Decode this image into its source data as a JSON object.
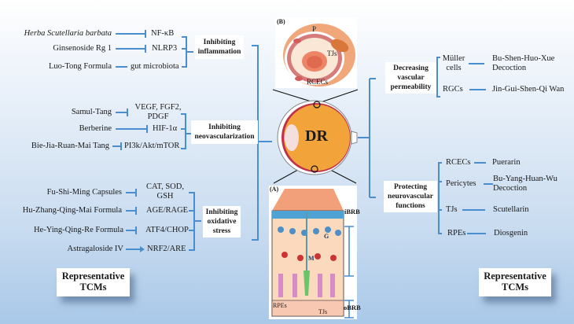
{
  "center": {
    "label": "DR"
  },
  "panel_b": {
    "tag": "(B)",
    "labels": {
      "p": "P",
      "tjs": "TJs",
      "rcecs": "RCECs"
    }
  },
  "panel_a": {
    "tag": "(A)",
    "labels": {
      "g": "G",
      "m": "M",
      "rpes": "RPEs",
      "tjs": "TJs",
      "ibrb": "iBRB",
      "obrb": "oBRB"
    }
  },
  "left": {
    "groups": [
      {
        "title_line1": "Inhibiting",
        "title_line2": "inflammation",
        "items": [
          {
            "tcm": "Herba Scutellaria barbata",
            "italic": true,
            "target": "NF-κB",
            "relation": "inhibit"
          },
          {
            "tcm": "Ginsenoside Rg 1",
            "target": "NLRP3",
            "relation": "inhibit"
          },
          {
            "tcm": "Luo-Tong Formula",
            "target": "gut microbiota",
            "relation": "line"
          }
        ]
      },
      {
        "title_line1": "Inhibiting",
        "title_line2": "neovascularization",
        "items": [
          {
            "tcm": "Samul-Tang",
            "target_line1": "VEGF, FGF2,",
            "target_line2": "PDGF",
            "relation": "inhibit"
          },
          {
            "tcm": "Berberine",
            "target": "HIF-1α",
            "relation": "inhibit"
          },
          {
            "tcm": "Bie-Jia-Ruan-Mai Tang",
            "target": "PI3k/Akt/mTOR",
            "relation": "inhibit"
          }
        ]
      },
      {
        "title_line1": "Inhibiting",
        "title_line2": "oxidative",
        "title_line3": "stress",
        "items": [
          {
            "tcm": "Fu-Shi-Ming Capsules",
            "target_line1": "CAT, SOD,",
            "target_line2": "GSH",
            "relation": "inhibit"
          },
          {
            "tcm": "Hu-Zhang-Qing-Mai Formula",
            "target": "AGE/RAGE",
            "relation": "inhibit"
          },
          {
            "tcm": "He-Ying-Qing-Re Formula",
            "target": "ATF4/CHOP",
            "relation": "inhibit"
          },
          {
            "tcm": "Astragaloside IV",
            "target": "NRF2/ARE",
            "relation": "activate"
          }
        ]
      }
    ],
    "representative_line1": "Representative",
    "representative_line2": "TCMs"
  },
  "right": {
    "groups": [
      {
        "title_line1": "Decreasing",
        "title_line2": "vascular",
        "title_line3": "permeability",
        "items": [
          {
            "cell_line1": "Müller",
            "cell_line2": "cells",
            "tcm_line1": "Bu-Shen-Huo-Xue",
            "tcm_line2": "Decoction"
          },
          {
            "cell": "RGCs",
            "tcm": "Jin-Gui-Shen-Qi Wan"
          }
        ]
      },
      {
        "title_line1": "Protecting",
        "title_line2": "neurovascular",
        "title_line3": "functions",
        "items": [
          {
            "cell": "RCECs",
            "tcm": "Puerarin"
          },
          {
            "cell": "Pericytes",
            "tcm_line1": "Bu-Yang-Huan-Wu",
            "tcm_line2": "Decoction"
          },
          {
            "cell": "TJs",
            "tcm": "Scutellarin"
          },
          {
            "cell": "RPEs",
            "tcm": "Diosgenin"
          }
        ]
      }
    ],
    "representative_line1": "Representative",
    "representative_line2": "TCMs"
  },
  "colors": {
    "connector": "#4a8ed0",
    "retina_orange": "#f2a33a",
    "background_bottom": "#a9c8e8"
  }
}
